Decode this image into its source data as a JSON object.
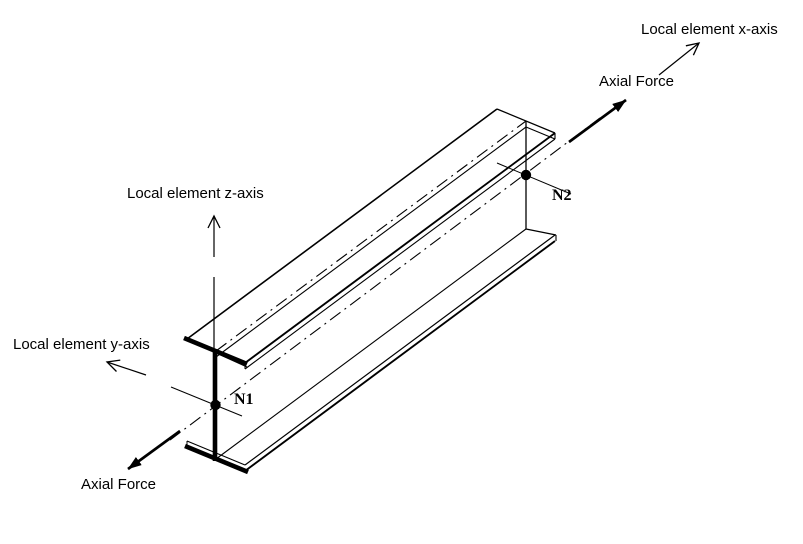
{
  "figure": {
    "labels": {
      "local_x_axis": "Local element x-axis",
      "axial_force_top": "Axial Force",
      "local_z_axis": "Local element z-axis",
      "local_y_axis": "Local element y-axis",
      "axial_force_bottom": "Axial Force",
      "node_n1": "N1",
      "node_n2": "N2"
    },
    "colors": {
      "line": "#000000",
      "background": "#ffffff"
    }
  }
}
